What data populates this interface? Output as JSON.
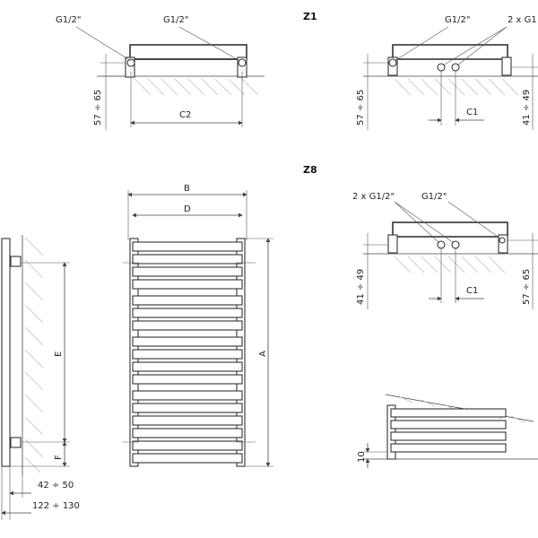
{
  "section_labels": {
    "z1": "Z1",
    "z8": "Z8"
  },
  "top_left": {
    "connector_left": "G1/2\"",
    "connector_right": "G1/2\"",
    "height_dim": "57 ÷ 65",
    "width_dim": "C2"
  },
  "top_right": {
    "connector_left": "G1/2\"",
    "connector_right": "2 x G1",
    "height_left": "57 ÷ 65",
    "height_right": "41 ÷ 49",
    "width_dim": "C1"
  },
  "z8_view": {
    "connector_left": "2 x G1/2\"",
    "connector_right": "G1/2\"",
    "height_left": "41 ÷ 49",
    "height_right": "57 ÷ 65",
    "width_dim": "C1"
  },
  "front_view": {
    "dim_b": "B",
    "dim_d": "D",
    "dim_a": "A"
  },
  "side_view": {
    "dim_e": "E",
    "dim_f": "F",
    "depth_1": "42 ÷ 50",
    "depth_2": "122 ÷ 130"
  },
  "bottom_detail": {
    "height_dim": "10"
  }
}
